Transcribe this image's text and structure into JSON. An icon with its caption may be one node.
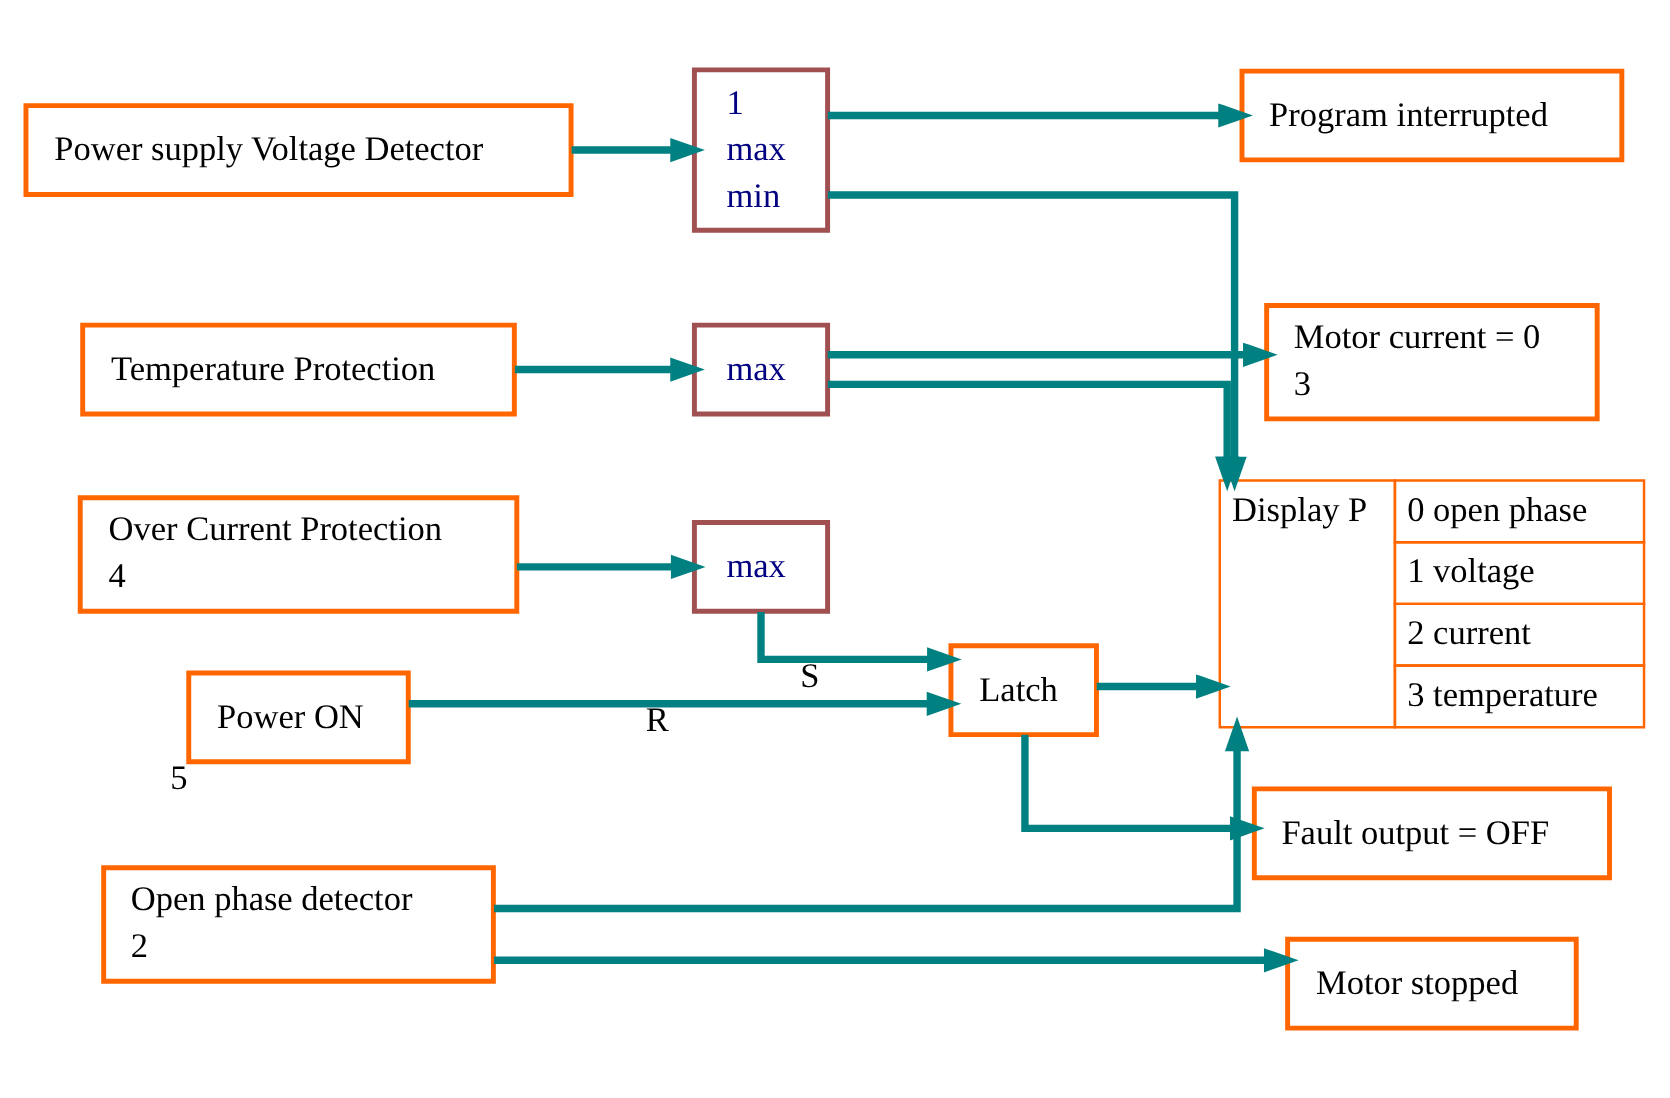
{
  "diagram": {
    "nodes": [
      {
        "text": [
          "Power supply Voltage Detector"
        ]
      },
      {
        "text": [
          "1",
          "max",
          "min"
        ]
      },
      {
        "text": [
          "Temperature Protection"
        ]
      },
      {
        "text": [
          "max"
        ]
      },
      {
        "text": [
          "Over Current Protection",
          "4"
        ]
      },
      {
        "text": [
          "max"
        ]
      },
      {
        "text": [
          "Latch"
        ]
      },
      {
        "text": [
          "Power ON"
        ],
        "beside": [
          "5"
        ]
      },
      {
        "text": [
          "Open phase detector",
          "2"
        ]
      },
      {
        "text": [
          "Program interrupted"
        ]
      },
      {
        "text": [
          "Motor current = 0",
          "3"
        ]
      },
      {
        "text": [
          "Fault output = OFF"
        ]
      },
      {
        "text": [
          "Motor stopped"
        ]
      },
      {
        "text": [
          "Display P",
          "0 open phase",
          "1 voltage",
          "2 current",
          "3 temperature"
        ]
      }
    ],
    "edges": [
      {
        "from": 0,
        "to": 1,
        "arrow": "to"
      },
      {
        "from": 2,
        "to": 3,
        "arrow": "to"
      },
      {
        "from": 4,
        "to": 5,
        "arrow": "to"
      },
      {
        "from": 5,
        "to": 6,
        "arrow": "to",
        "label": "S"
      },
      {
        "from": 7,
        "to": 6,
        "arrow": "to",
        "label": "R"
      },
      {
        "from": 1,
        "to": 9,
        "arrow": "to"
      },
      {
        "from": 3,
        "to": 10,
        "arrow": "to"
      },
      {
        "from": 6,
        "to": 11,
        "arrow": "to"
      },
      {
        "from": 8,
        "to": 12,
        "arrow": "to"
      },
      {
        "from": 1,
        "to": 13,
        "arrow": "to"
      },
      {
        "from": 3,
        "to": 13,
        "arrow": "to"
      },
      {
        "from": 6,
        "to": 13,
        "arrow": "to"
      },
      {
        "from": 8,
        "to": 13,
        "arrow": "to"
      }
    ]
  }
}
